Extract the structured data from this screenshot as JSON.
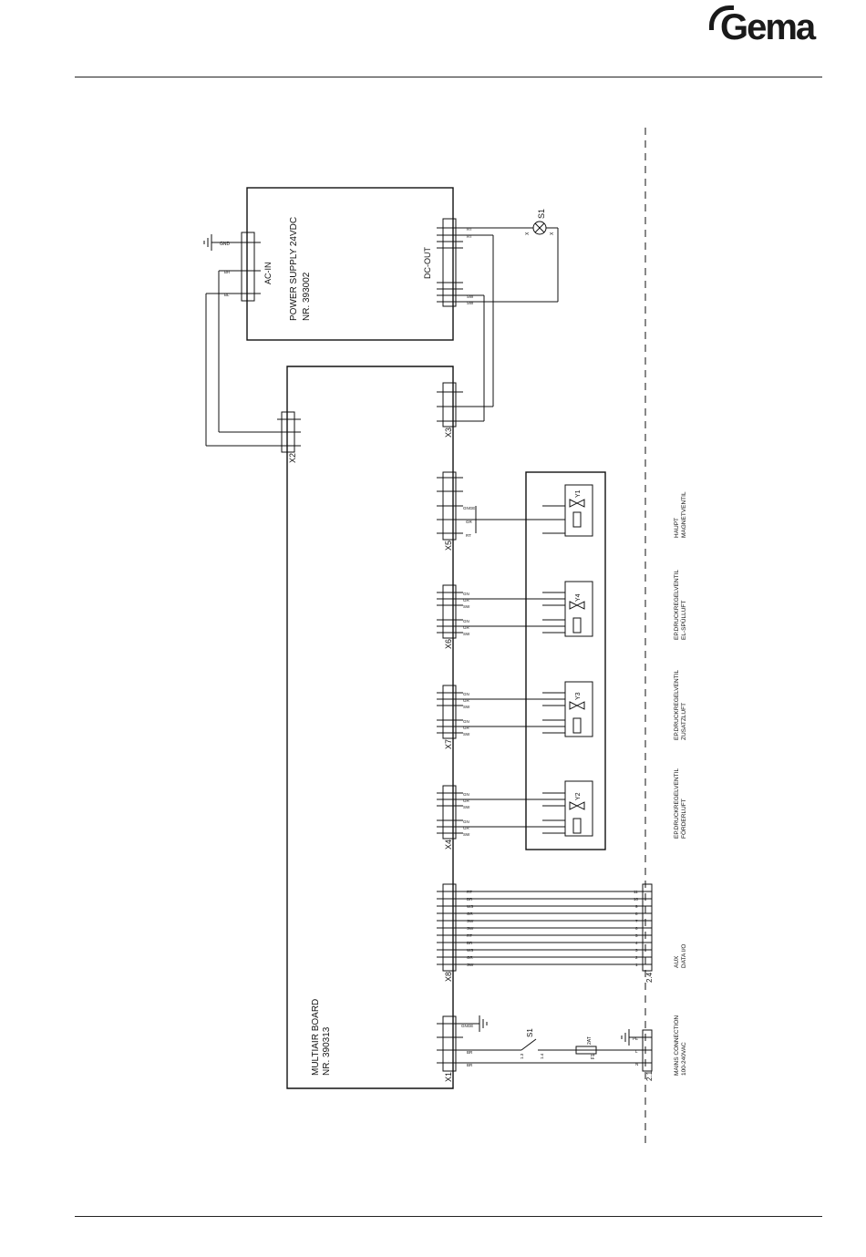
{
  "header": {
    "logo_text": "Gema"
  },
  "power_supply": {
    "title": "POWER SUPPLY 24VDC",
    "number": "NR. 393002",
    "ac_in_label": "AC-IN",
    "dc_out_label": "DC-OUT",
    "gnd_label": "GND",
    "ac_wire_labels": [
      "BR",
      "BL"
    ],
    "dc_wire_labels": [
      "RT",
      "RT",
      "SW",
      "SW"
    ]
  },
  "board": {
    "title": "MULTIAIR BOARD",
    "number": "NR. 390313"
  },
  "connectors": {
    "x1": "X1",
    "x2": "X2",
    "x3": "X3",
    "x4": "X4",
    "x5": "X5",
    "x6": "X6",
    "x7": "X7",
    "x8": "X8"
  },
  "lamp": {
    "label": "S1",
    "terminals": [
      "X",
      "X"
    ]
  },
  "valves": [
    {
      "id": "Y1",
      "desc1": "HAUPT",
      "desc2": "MAGNETVENTIL"
    },
    {
      "id": "Y4",
      "desc1": "EP.DRUCKREGELVENTIL",
      "desc2": "EL-SPÜLLUFT"
    },
    {
      "id": "Y3",
      "desc1": "EP.DRUCKREGELVENTIL",
      "desc2": "ZUSATZLUFT"
    },
    {
      "id": "Y2",
      "desc1": "EP.DRUCKREGELVENTIL",
      "desc2": "FÖRDERLUFT"
    }
  ],
  "valve_wire_labels": [
    "GN",
    "GR",
    "SW",
    "GN",
    "GR",
    "SW"
  ],
  "y1_wire_labels": [
    "GNGE",
    "GR",
    "RT"
  ],
  "aux": {
    "connector": "2.4",
    "desc1": "AUX",
    "desc2": "DATA I/O",
    "wire_labels": [
      "RT",
      "BR",
      "WS",
      "GR",
      "SW",
      "SW",
      "RT",
      "BR",
      "WS",
      "GR",
      "SW"
    ],
    "pin_labels": [
      "11",
      "10",
      "9",
      "8",
      "7",
      "6",
      "5",
      "4",
      "3",
      "2",
      "1"
    ]
  },
  "mains": {
    "connector": "2.1",
    "desc1": "MAINS CONNECTION",
    "desc2": "100-240VAC",
    "switch_label": "S1",
    "fuse_label": "F1",
    "fuse_rating": "2AT",
    "gnd_wire": "GNGE",
    "wire_labels": [
      "BR",
      "BR"
    ],
    "switch_pins": [
      "1.3",
      "1.4"
    ],
    "conn_pins": [
      "PE",
      "L",
      "N"
    ]
  }
}
